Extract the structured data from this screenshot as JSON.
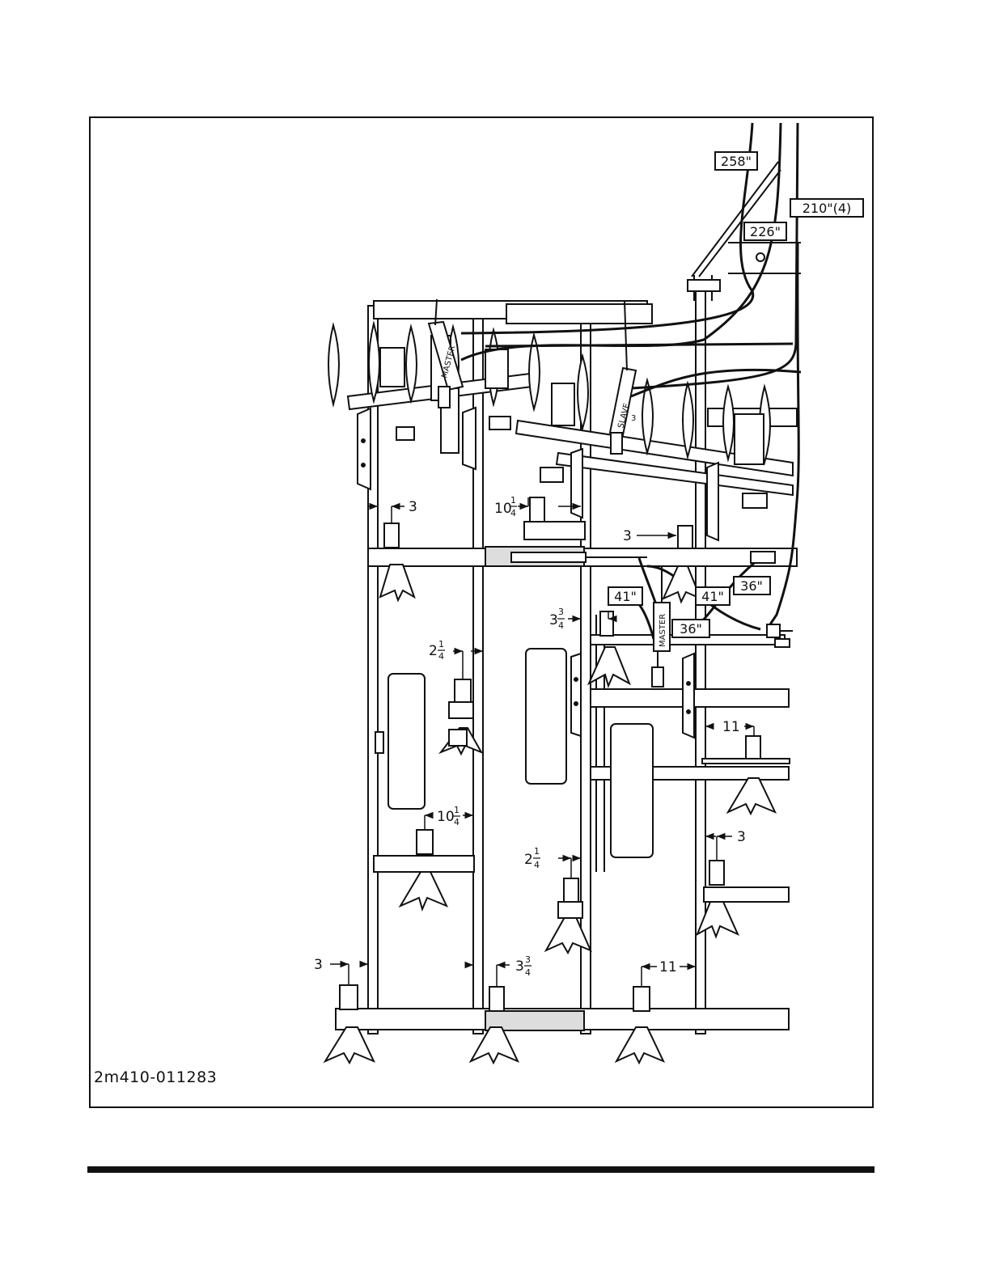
{
  "figure_id": "2m410-011283",
  "hose_callouts": [
    "258\"",
    "226\"",
    "210\"(4)",
    "36\"",
    "41\"",
    "41\"",
    "36\""
  ],
  "cylinder_labels": {
    "master_top": "MASTER",
    "slave": "SLAVE",
    "slave_num": "3",
    "master_mid": "MASTER"
  },
  "dimensions": {
    "d1": "3",
    "d2": {
      "whole": "10",
      "num": "1",
      "den": "4"
    },
    "d3": "3",
    "d4": {
      "whole": "3",
      "num": "3",
      "den": "4"
    },
    "d5": {
      "whole": "2",
      "num": "1",
      "den": "4"
    },
    "d6": "11",
    "d7": {
      "whole": "10",
      "num": "1",
      "den": "4"
    },
    "d8": "3",
    "d9": {
      "whole": "2",
      "num": "1",
      "den": "4"
    },
    "d10": "3",
    "d11": {
      "whole": "3",
      "num": "3",
      "den": "4"
    },
    "d12": "11"
  },
  "colors": {
    "ink": "#111111",
    "paper": "#ffffff"
  }
}
